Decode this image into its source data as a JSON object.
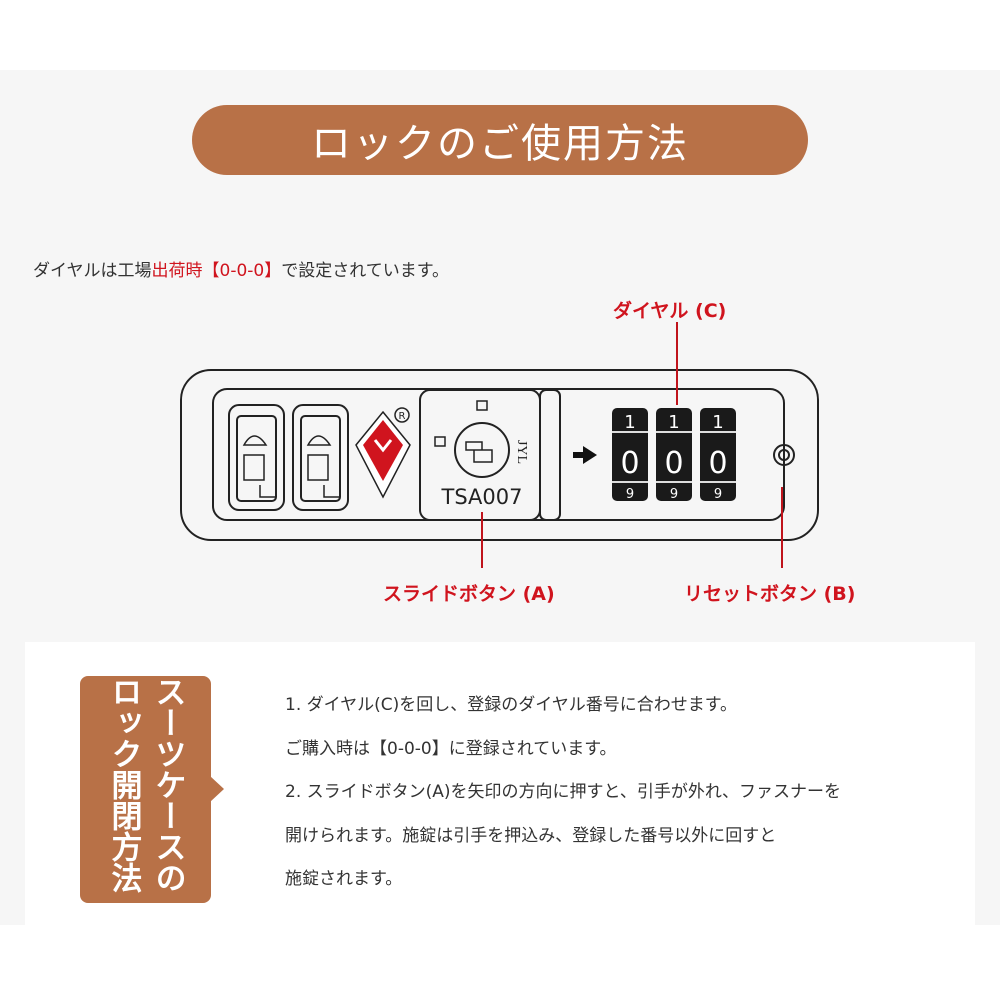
{
  "title": "ロックのご使用方法",
  "intro": {
    "before": "ダイヤルは工場",
    "highlight": "出荷時【0-0-0】",
    "after": "で設定されています。"
  },
  "labels": {
    "dial": "ダイヤル (C)",
    "slide": "スライドボタン (A)",
    "reset": "リセットボタン (B)"
  },
  "lock": {
    "model": "TSA007",
    "brand": "JYL",
    "dials": [
      {
        "top": "1",
        "mid": "0",
        "bottom": "9"
      },
      {
        "top": "1",
        "mid": "0",
        "bottom": "9"
      },
      {
        "top": "1",
        "mid": "0",
        "bottom": "9"
      }
    ]
  },
  "instructions": {
    "tag": "スーツケースのロック開閉方法",
    "lines": [
      "1. ダイヤル(C)を回し、登録のダイヤル番号に合わせます。",
      "ご購入時は【0-0-0】に登録されています。",
      "2. スライドボタン(A)を矢印の方向に押すと、引手が外れ、ファスナーを",
      "開けられます。施錠は引手を押込み、登録した番号以外に回すと",
      "施錠されます。"
    ]
  },
  "colors": {
    "brown": "#b87147",
    "red": "#d0141e"
  }
}
